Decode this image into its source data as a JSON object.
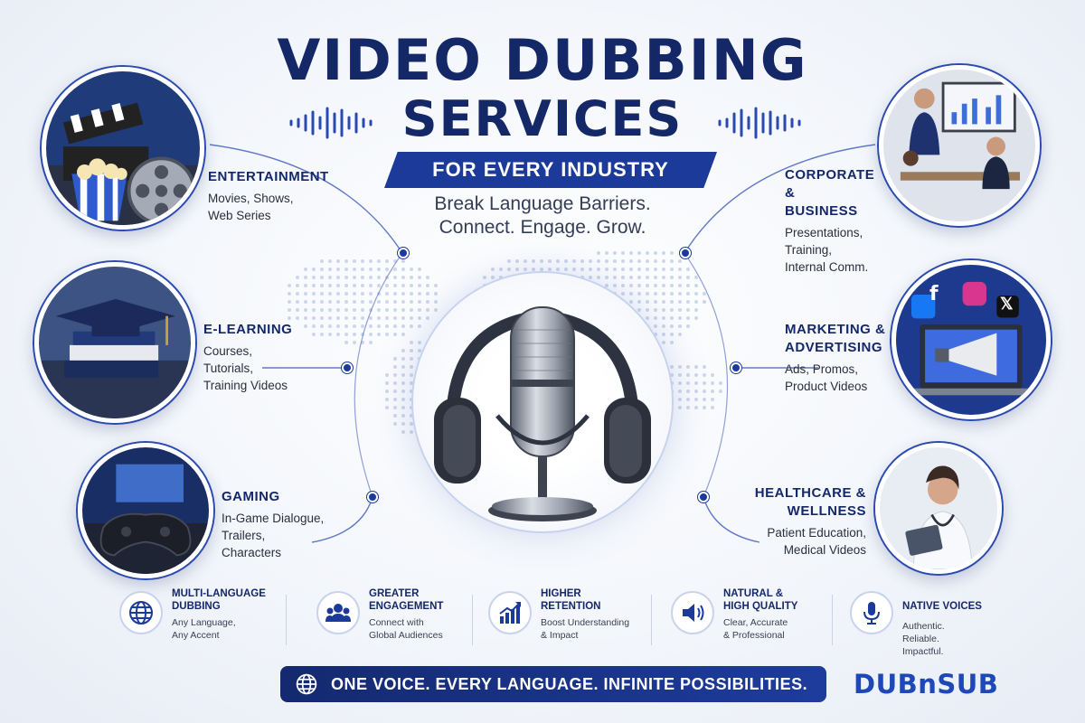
{
  "header": {
    "title_line1": "VIDEO DUBBING",
    "title_line2": "SERVICES",
    "banner": "FOR EVERY INDUSTRY",
    "tagline_line1": "Break Language Barriers.",
    "tagline_line2": "Connect. Engage. Grow."
  },
  "industries": {
    "entertainment": {
      "title": "ENTERTAINMENT",
      "desc": [
        "Movies, Shows,",
        "Web Series"
      ]
    },
    "elearning": {
      "title": "E-LEARNING",
      "desc": [
        "Courses,",
        "Tutorials,",
        "Training Videos"
      ]
    },
    "gaming": {
      "title": "GAMING",
      "desc": [
        "In-Game Dialogue,",
        "Trailers,",
        "Characters"
      ]
    },
    "corporate": {
      "title": [
        "CORPORATE",
        "& BUSINESS"
      ],
      "desc": [
        "Presentations,",
        "Training,",
        "Internal Comm."
      ]
    },
    "marketing": {
      "title": [
        "MARKETING &",
        "ADVERTISING"
      ],
      "desc": [
        "Ads, Promos,",
        "Product Videos"
      ]
    },
    "healthcare": {
      "title": [
        "HEALTHCARE &",
        "WELLNESS"
      ],
      "desc": [
        "Patient Education,",
        "Medical Videos"
      ]
    }
  },
  "features": [
    {
      "icon": "globe-icon",
      "title": [
        "MULTI-LANGUAGE",
        "DUBBING"
      ],
      "desc": [
        "Any Language,",
        "Any Accent"
      ]
    },
    {
      "icon": "users-icon",
      "title": [
        "GREATER",
        "ENGAGEMENT"
      ],
      "desc": [
        "Connect with",
        "Global Audiences"
      ]
    },
    {
      "icon": "growth-chart-icon",
      "title": [
        "HIGHER",
        "RETENTION"
      ],
      "desc": [
        "Boost Understanding",
        "& Impact"
      ]
    },
    {
      "icon": "speaker-icon",
      "title": [
        "NATURAL &",
        "HIGH QUALITY"
      ],
      "desc": [
        "Clear, Accurate",
        "& Professional"
      ]
    },
    {
      "icon": "microphone-icon",
      "title": [
        "NATIVE VOICES"
      ],
      "desc": [
        "Authentic.",
        "Reliable.",
        "Impactful."
      ]
    }
  ],
  "footer": {
    "slogan": "ONE VOICE. EVERY LANGUAGE. INFINITE POSSIBILITIES.",
    "brand": "DUBnSUB"
  },
  "colors": {
    "navy": "#142766",
    "accent": "#1b3a9a",
    "brand": "#1e47b8"
  }
}
